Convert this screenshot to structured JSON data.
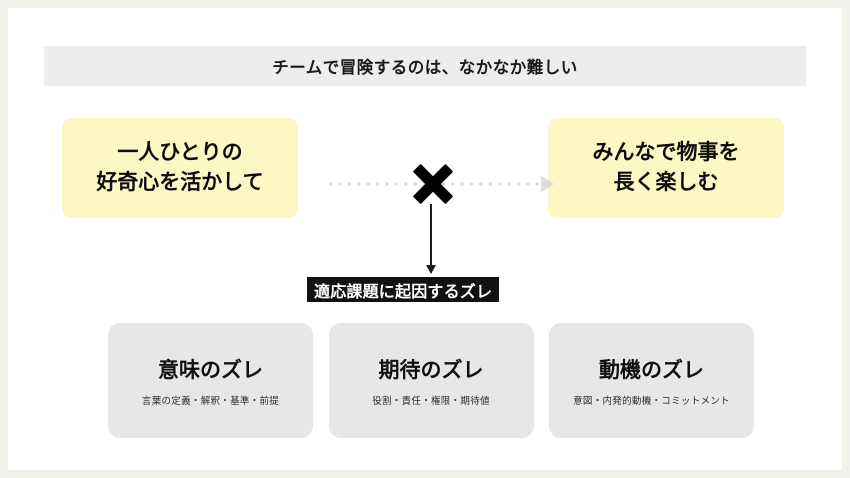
{
  "slide": {
    "background_color": "#ffffff",
    "frame_color": "#f2f2ec",
    "title": "チームで冒険するのは、なかなか難しい",
    "title_banner_color": "#eeecec"
  },
  "concepts": {
    "accent_yellow": "#fbf8c4",
    "left_box": {
      "line1": "一人ひとりの",
      "line2": "好奇心を活かして"
    },
    "right_box": {
      "line1": "みんなで物事を",
      "line2": "長く楽しむ"
    }
  },
  "connector": {
    "x_mark_label": "x-mark",
    "dotted_arrow_color": "#dadada",
    "down_arrow_color": "#1a1a1a"
  },
  "gap_label": {
    "text": "適応課題に起因するズレ",
    "background_color": "#111111",
    "text_color": "#ffffff"
  },
  "cards": {
    "background_color": "#e7e7e7",
    "items": [
      {
        "title": "意味のズレ",
        "subtitle": "言葉の定義・解釈・基準・前提"
      },
      {
        "title": "期待のズレ",
        "subtitle": "役割・責任・権限・期待値"
      },
      {
        "title": "動機のズレ",
        "subtitle": "意図・内発的動機・コミットメント"
      }
    ]
  }
}
